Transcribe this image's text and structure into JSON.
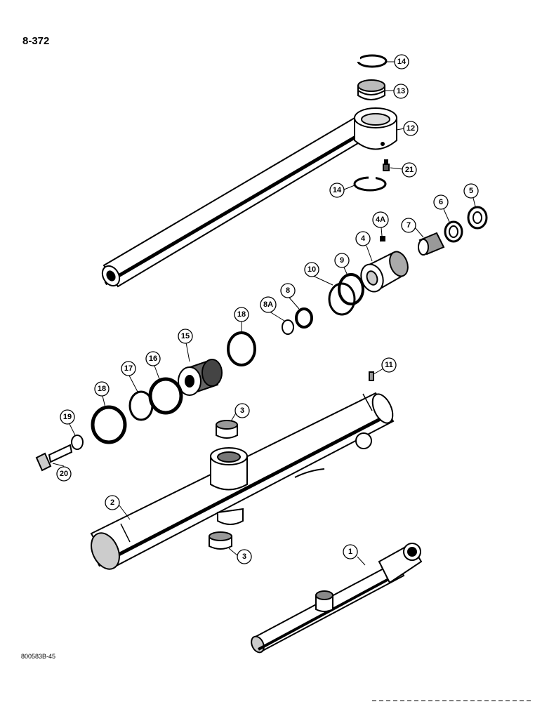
{
  "header": {
    "page_number": "8-372"
  },
  "footer": {
    "figure_code": "800583B-45"
  },
  "callouts": [
    {
      "id": "14a",
      "label": "14"
    },
    {
      "id": "13",
      "label": "13"
    },
    {
      "id": "12",
      "label": "12"
    },
    {
      "id": "21",
      "label": "21"
    },
    {
      "id": "14b",
      "label": "14"
    },
    {
      "id": "5",
      "label": "5"
    },
    {
      "id": "6",
      "label": "6"
    },
    {
      "id": "7",
      "label": "7"
    },
    {
      "id": "4A",
      "label": "4A"
    },
    {
      "id": "4",
      "label": "4"
    },
    {
      "id": "9",
      "label": "9"
    },
    {
      "id": "10",
      "label": "10"
    },
    {
      "id": "8",
      "label": "8"
    },
    {
      "id": "8A",
      "label": "8A"
    },
    {
      "id": "18a",
      "label": "18"
    },
    {
      "id": "15",
      "label": "15"
    },
    {
      "id": "16",
      "label": "16"
    },
    {
      "id": "17",
      "label": "17"
    },
    {
      "id": "18b",
      "label": "18"
    },
    {
      "id": "11",
      "label": "11"
    },
    {
      "id": "19",
      "label": "19"
    },
    {
      "id": "3a",
      "label": "3"
    },
    {
      "id": "20",
      "label": "20"
    },
    {
      "id": "2",
      "label": "2"
    },
    {
      "id": "3b",
      "label": "3"
    },
    {
      "id": "1",
      "label": "1"
    }
  ]
}
